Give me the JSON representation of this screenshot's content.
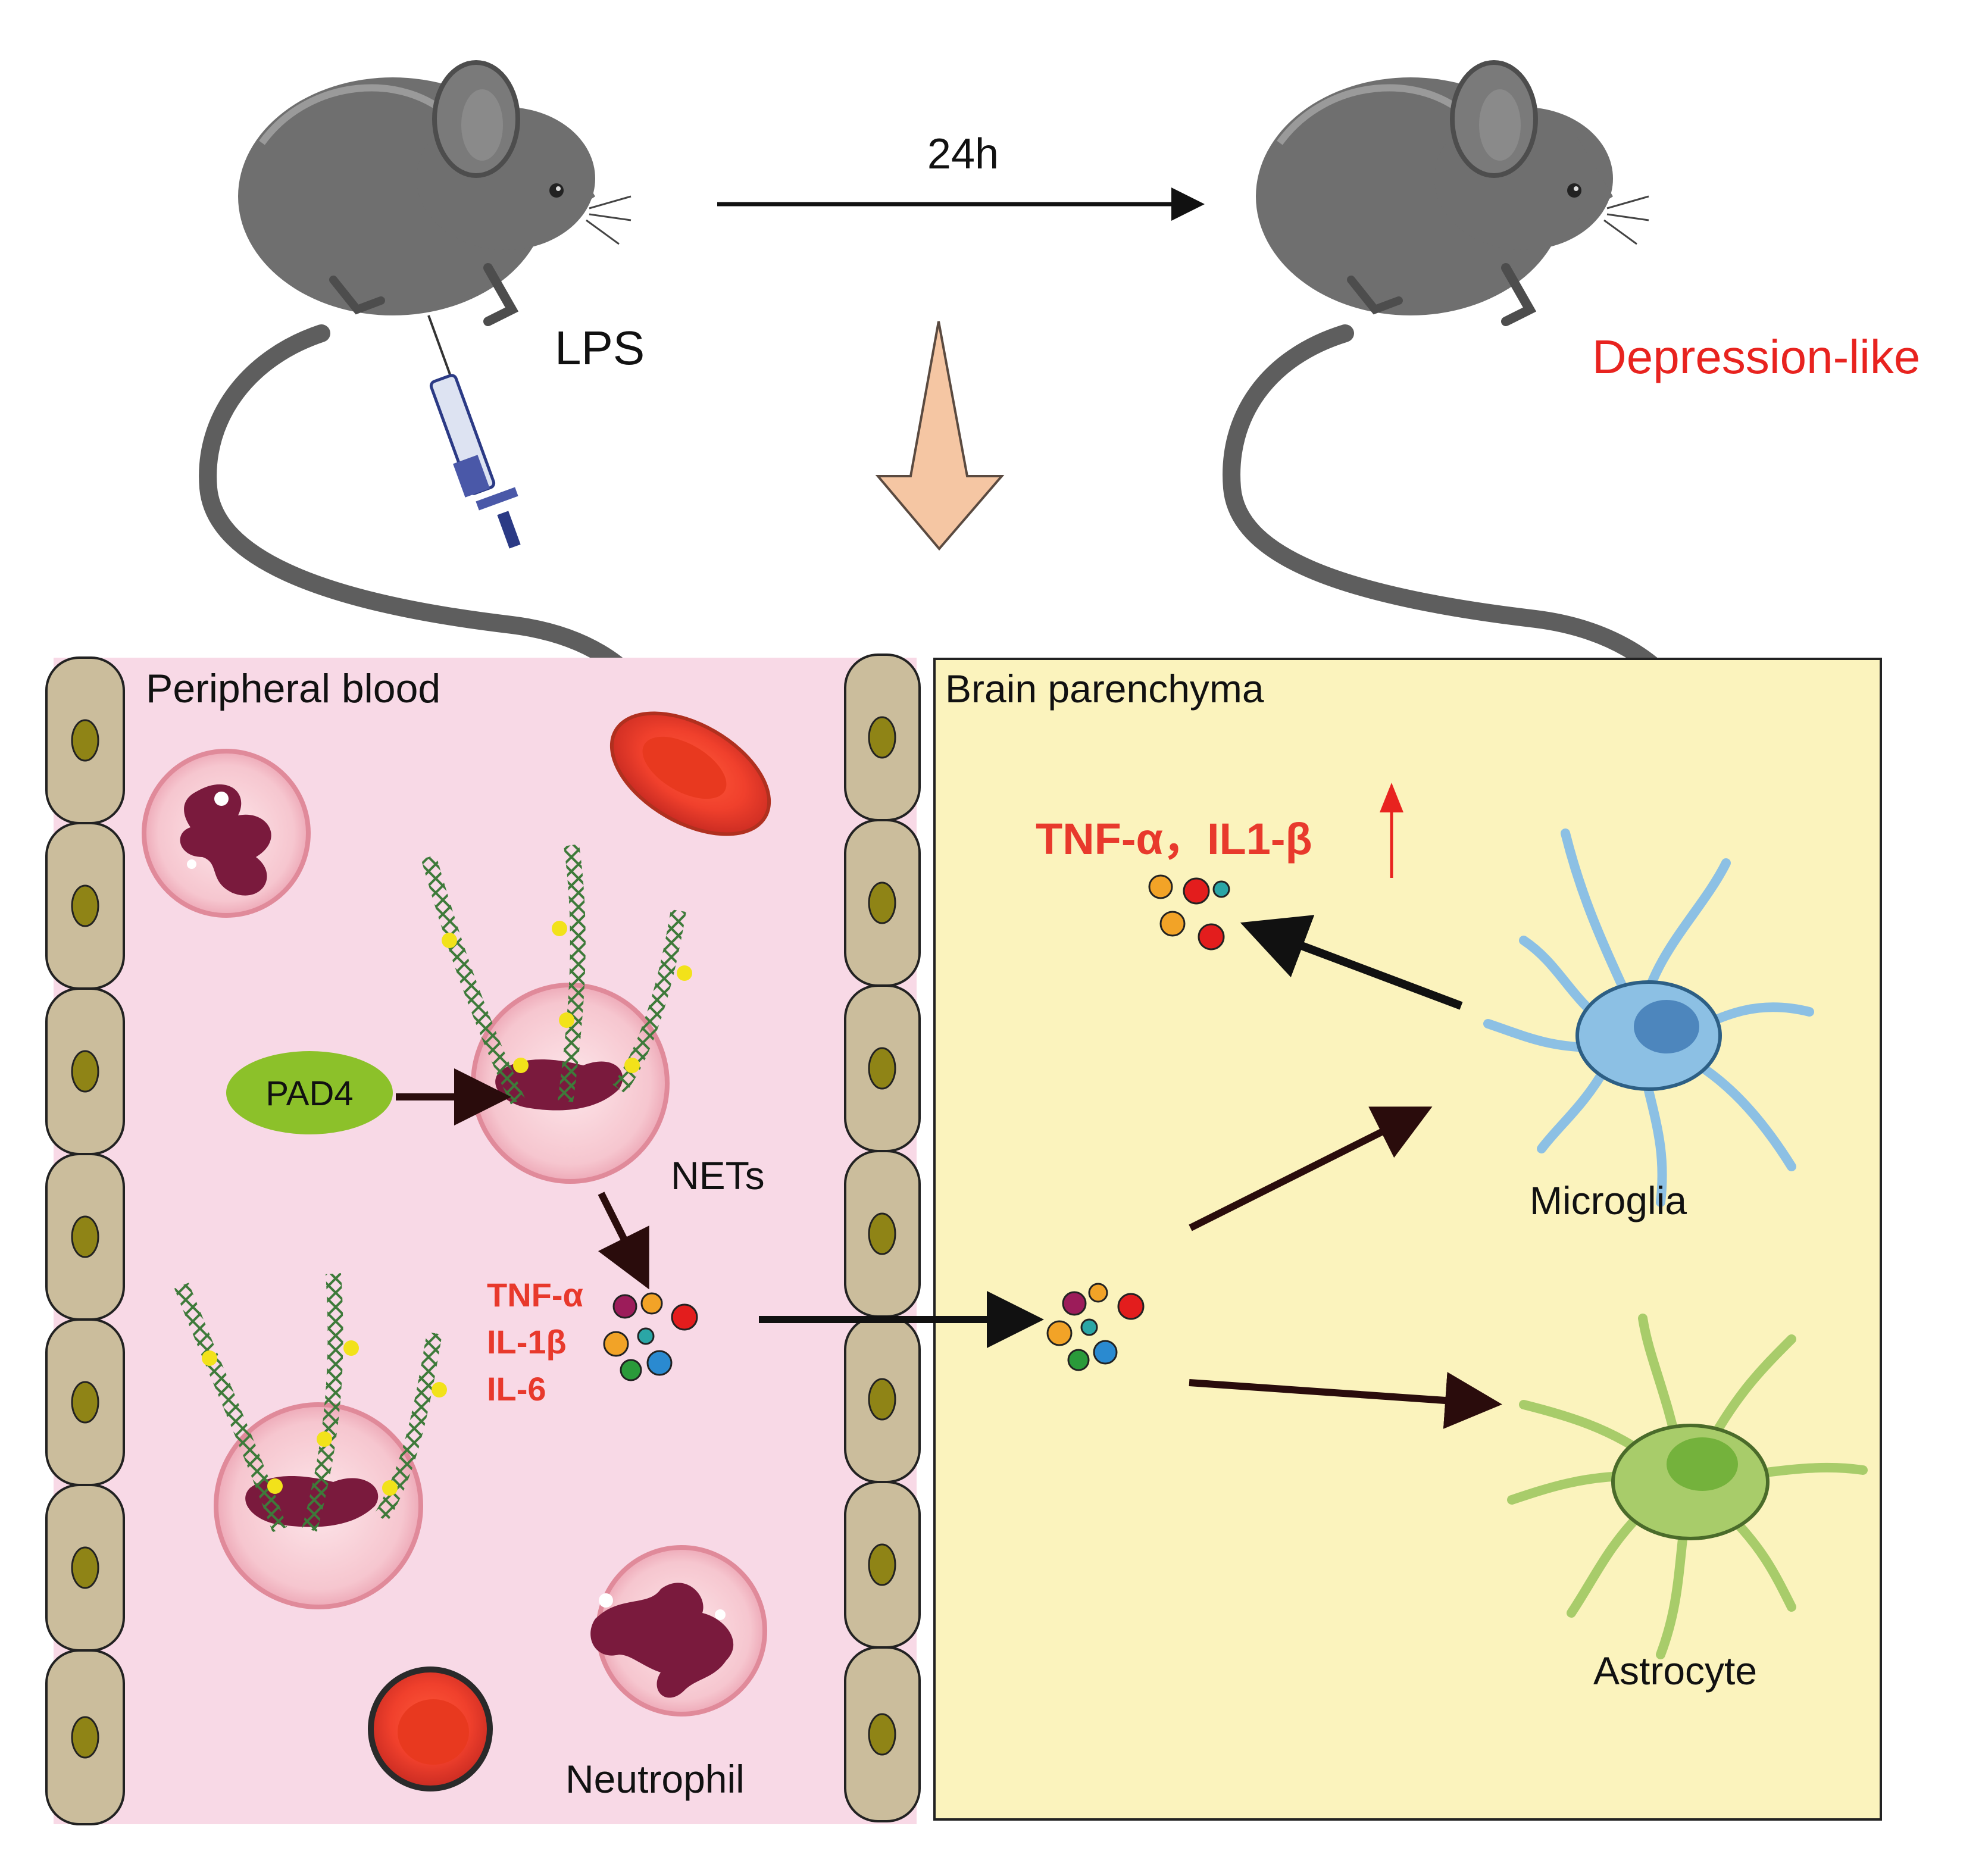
{
  "top": {
    "time_label": "24h",
    "lps_label": "LPS",
    "outcome_label": "Depression-like"
  },
  "blood": {
    "title": "Peripheral blood",
    "pad4_label": "PAD4",
    "nets_label": "NETs",
    "neutrophil_label": "Neutrophil",
    "cytokines": [
      "TNF-α",
      "IL-1β",
      "IL-6"
    ]
  },
  "brain": {
    "title": "Brain parenchyma",
    "cytokine_label": "TNF-α，IL1-β",
    "microglia_label": "Microglia",
    "astrocyte_label": "Astrocyte"
  },
  "colors": {
    "blood_bg": "#f8d9e6",
    "brain_bg": "#fbf3bd",
    "endothelium": "#cbbd9c",
    "nucleus": "#8f8416",
    "pad4": "#8cc12a",
    "accent_red": "#e8231f",
    "down_arrow": "#f5c6a3",
    "mouse": "#6f6f6f",
    "microglia": "#8cc0e4",
    "astrocyte": "#a8cc6a"
  }
}
